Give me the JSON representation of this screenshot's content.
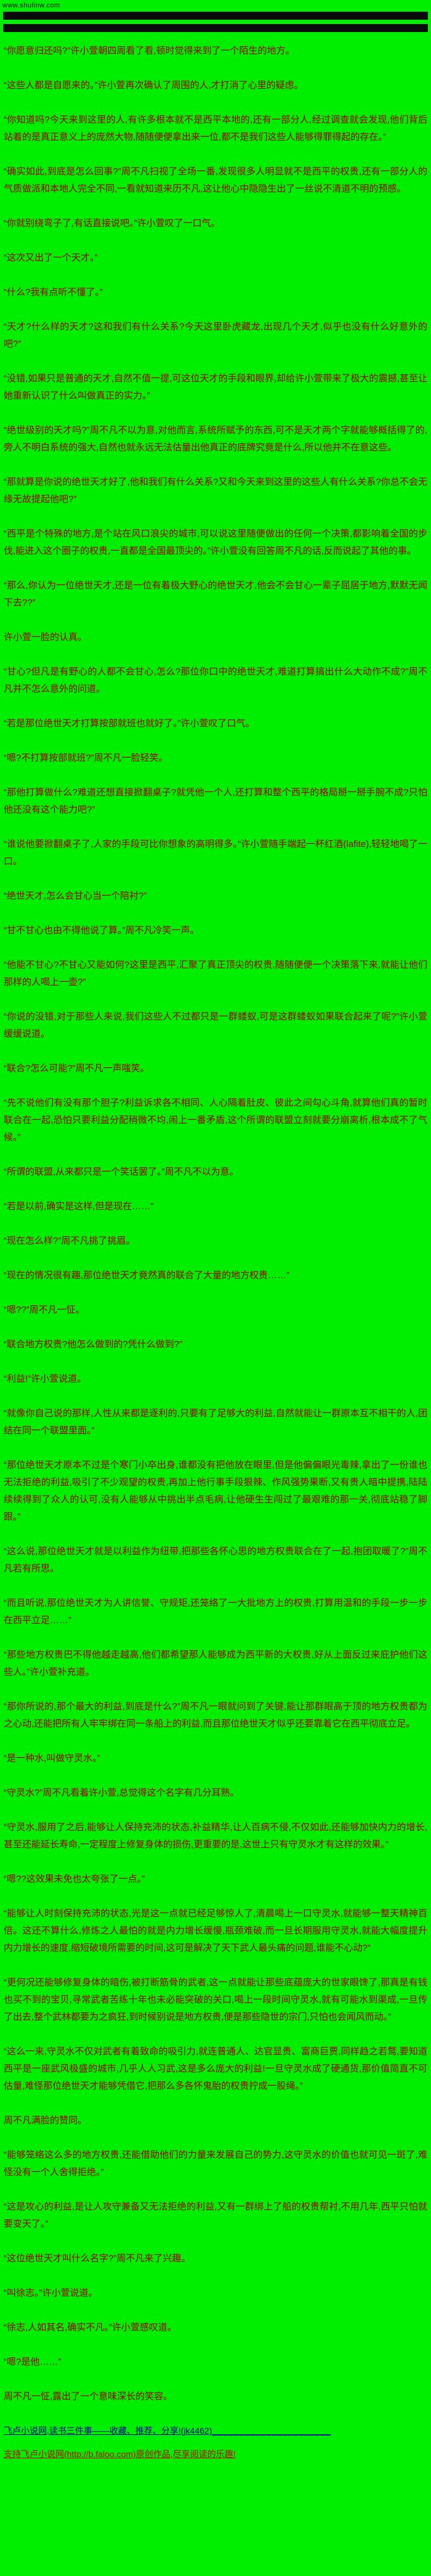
{
  "site": {
    "watermark": "www.shulinw.com"
  },
  "colors": {
    "background": "#00ee00",
    "body_text": "#a00000",
    "ad_bar": "#0a0a0a",
    "promo_link": "#00009c",
    "footer_link": "#cc0000"
  },
  "content": {
    "paragraphs": [
      "“你愿意归还吗?”许小萱朝四周看了看,顿时觉得来到了一个陌生的地方。",
      "“这些人都是自愿来的。”许小萱再次确认了周围的人,才打消了心里的疑虑。",
      "“你知道吗?今天来到这里的人,有许多根本就不是西平本地的,还有一部分人,经过调查就会发现,他们背后站着的是真正意义上的庞然大物,随随便便拿出来一位,都不是我们这些人能够得罪得起的存在。”",
      "“确实如此,到底是怎么回事?”周不凡扫视了全场一番,发现很多人明显就不是西平的权贵,还有一部分人的气质做派和本地人完全不同,一看就知道来历不凡,这让他心中隐隐生出了一丝说不清道不明的预感。",
      "“你就别绕弯子了,有话直接说吧。”许小萱叹了一口气。",
      "“这次又出了一个天才。”",
      "“什么?我有点听不懂了。”",
      "“天才?什么样的天才?这和我们有什么关系?今天这里卧虎藏龙,出现几个天才,似乎也没有什么好意外的吧?”",
      "“没错,如果只是普通的天才,自然不值一提,可这位天才的手段和眼界,却给许小萱带来了极大的震撼,甚至让她重新认识了什么叫做真正的实力。”",
      "“绝世级别的天才吗?”周不凡不以为意,对他而言,系统所赋予的东西,可不是天才两个字就能够概括得了的,旁人不明白系统的强大,自然也就永远无法估量出他真正的底牌究竟是什么,所以他并不在意这些。",
      "“那就算是你说的绝世天才好了,他和我们有什么关系?又和今天来到这里的这些人有什么关系?你总不会无缘无故提起他吧?”",
      "“西平是个特殊的地方,是个站在风口浪尖的城市,可以说这里随便做出的任何一个决策,都影响着全国的步伐,能进入这个圈子的权贵,一直都是全国最顶尖的。”许小萱没有回答周不凡的话,反而说起了其他的事。",
      "“那么,你认为一位绝世天才,还是一位有着极大野心的绝世天才,他会不会甘心一辈子屈居于地方,默默无闻下去??”",
      "许小萱一脸的认真。",
      "“甘心?但凡是有野心的人都不会甘心,怎么?那位你口中的绝世天才,难道打算搞出什么大动作不成?”周不凡并不怎么意外的问道。",
      "“若是那位绝世天才打算按部就班也就好了。”许小萱叹了口气。",
      "“嗯?不打算按部就班?”周不凡一脸轻笑。",
      "“那他打算做什么?难道还想直接掀翻桌子?就凭他一个人,还打算和整个西平的格局掰一掰手腕不成?只怕他还没有这个能力吧?”",
      "“谁说他要掀翻桌子了,人家的手段可比你想象的高明得多。”许小萱随手端起一杯红酒(lafite),轻轻地喝了一口。",
      "“绝世天才,怎么会甘心当一个陪衬?”",
      "“甘不甘心也由不得他说了算。”周不凡冷笑一声。",
      "“他能不甘心?不甘心又能如何?这里是西平,汇聚了真正顶尖的权贵,随随便便一个决策落下来,就能让他们那样的人喝上一壶?”",
      "“你说的没错,对于那些人来说,我们这些人不过都只是一群蝼蚁,可是这群蝼蚁如果联合起来了呢?”许小萱缓缓说道。",
      "“联合?怎么可能?”周不凡一声嗤笑。",
      "“先不说他们有没有那个胆子?利益诉求各不相同、人心隔着肚皮、彼此之间勾心斗角,就算他们真的暂时联合在一起,恐怕只要利益分配稍微不均,闹上一番矛盾,这个所谓的联盟立刻就要分崩离析,根本成不了气候。”",
      "“所谓的联盟,从来都只是一个笑话罢了。”周不凡不以为意。",
      "“若是以前,确实是这样,但是现在……”",
      "“现在怎么样?”周不凡挑了挑眉。",
      "“现在的情况很有趣,那位绝世天才竟然真的联合了大量的地方权贵……”",
      "“嗯??”周不凡一怔。",
      "“联合地方权贵?他怎么做到的?凭什么做到?”",
      "“利益!”许小萱说道。",
      "“就像你自己说的那样,人性从来都是逐利的,只要有了足够大的利益,自然就能让一群原本互不相干的人,团结在同一个联盟里面。”",
      "“那位绝世天才原本不过是个寒门小卒出身,谁都没有把他放在眼里,但是他偏偏眼光毒辣,拿出了一份谁也无法拒绝的利益,吸引了不少观望的权贵,再加上他行事手段狠辣、作风强势果断,又有贵人暗中提携,陆陆续续得到了众人的认可,没有人能够从中挑出半点毛病,让他硬生生闯过了最艰难的那一关,彻底站稳了脚跟。”",
      "“这么说,那位绝世天才就是以利益作为纽带,把那些各怀心思的地方权贵联合在了一起,抱团取暖了?”周不凡若有所思。",
      "“而且听说,那位绝世天才为人讲信誉、守规矩,还笼络了一大批地方上的权贵,打算用温和的手段一步一步在西平立足……”",
      "“那些地方权贵巴不得他越走越高,他们都希望那人能够成为西平新的大权贵,好从上面反过来庇护他们这些人。”许小萱补充道。",
      "“那你所说的,那个最大的利益,到底是什么?”周不凡一眼就问到了关键,能让那群眼高于顶的地方权贵都为之心动,还能把所有人牢牢绑在同一条船上的利益,而且那位绝世天才似乎还要靠着它在西平彻底立足。",
      "“是一种水,叫做守灵水。”",
      "“守灵水?”周不凡看着许小萱,总觉得这个名字有几分耳熟。",
      "“守灵水,服用了之后,能够让人保持充沛的状态,补益精华,让人百病不侵,不仅如此,还能够加快内力的增长,甚至还能延长寿命,一定程度上修复身体的损伤,更重要的是,这世上只有守灵水才有这样的效果。”",
      "“嗯??这效果未免也太夸张了一点。”",
      "“能够让人时刻保持充沛的状态,光是这一点就已经足够惊人了,清晨喝上一口守灵水,就能够一整天精神百倍。这还不算什么,修炼之人最怕的就是内力增长缓慢,瓶颈难破,而一旦长期服用守灵水,就能大幅度提升内力增长的速度,缩短破境所需要的时间,这可是解决了天下武人最头痛的问题,谁能不心动?”",
      "“更何况还能够修复身体的暗伤,被打断筋骨的武者,这一点就能让那些底蕴庞大的世家眼馋了,那真是有钱也买不到的宝贝,寻常武者苦练十年也未必能突破的关口,喝上一段时间守灵水,就有可能水到渠成,一旦传了出去,整个武林都要为之疯狂,到时候别说是地方权贵,便是那些隐世的宗门,只怕也会闻风而动。”",
      "“这么一来,守灵水不仅对武者有着致命的吸引力,就连普通人、达官显贵、富商巨贾,同样趋之若鹜,要知道西平是一座武风极盛的城市,几乎人人习武,这是多么庞大的利益!一旦守灵水成了硬通货,那价值简直不可估量,难怪那位绝世天才能够凭借它,把那么多各怀鬼胎的权贵拧成一股绳。”",
      "周不凡满脸的赞同。",
      "“能够笼络这么多的地方权贵,还能借助他们的力量来发展自己的势力,这守灵水的价值也就可见一斑了,难怪没有一个人舍得拒绝。”",
      "“这是攻心的利益,是让人攻守兼备又无法拒绝的利益,又有一群绑上了船的权贵帮衬,不用几年,西平只怕就要变天了。”",
      "“这位绝世天才叫什么名字?”周不凡来了兴趣。",
      "“叫徐志。”许小萱说道。",
      "“徐志,人如其名,确实不凡。”许小萱感叹道。",
      "“嗯?是他……”",
      "周不凡一怔,露出了一个意味深长的笑容。"
    ]
  },
  "promo": {
    "link_text": "飞卢小说网,读书三件事——收藏、推荐、分享!(jk4462)",
    "tail": "______________________",
    "footer_text": "支持飞卢小说网(http://b.faloo.com)原创作品,尽享阅读的乐趣!"
  }
}
